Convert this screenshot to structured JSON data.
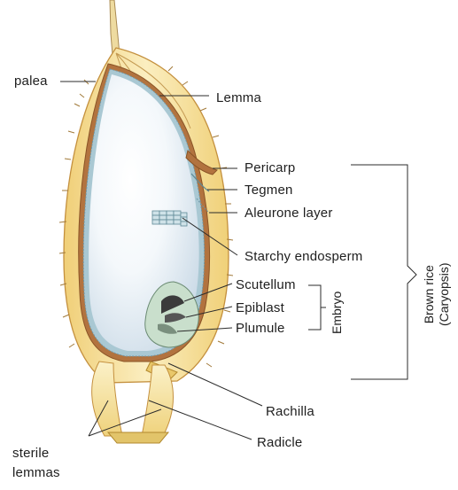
{
  "labels": {
    "palea": "palea",
    "lemma": "Lemma",
    "pericarp": "Pericarp",
    "tegmen": "Tegmen",
    "aleurone_layer": "Aleurone layer",
    "starchy_endosperm": "Starchy endosperm",
    "scutellum": "Scutellum",
    "epiblast": "Epiblast",
    "plumule": "Plumule",
    "embryo": "Embryo",
    "rachilla": "Rachilla",
    "radicle": "Radicle",
    "sterile_lemmas_line1": "sterile",
    "sterile_lemmas_line2": "lemmas",
    "brown_rice_line1": "Brown rice",
    "brown_rice_line2": "(Caryopsis)"
  },
  "colors": {
    "hull": "#f3dc8e",
    "hull_edge": "#c48a3a",
    "bran": "#b0703e",
    "endosperm": "#dfe8f1",
    "aleurone": "#9fc2cf",
    "embryo": "#c6dbc9",
    "leader_line": "#2b2b2b"
  }
}
